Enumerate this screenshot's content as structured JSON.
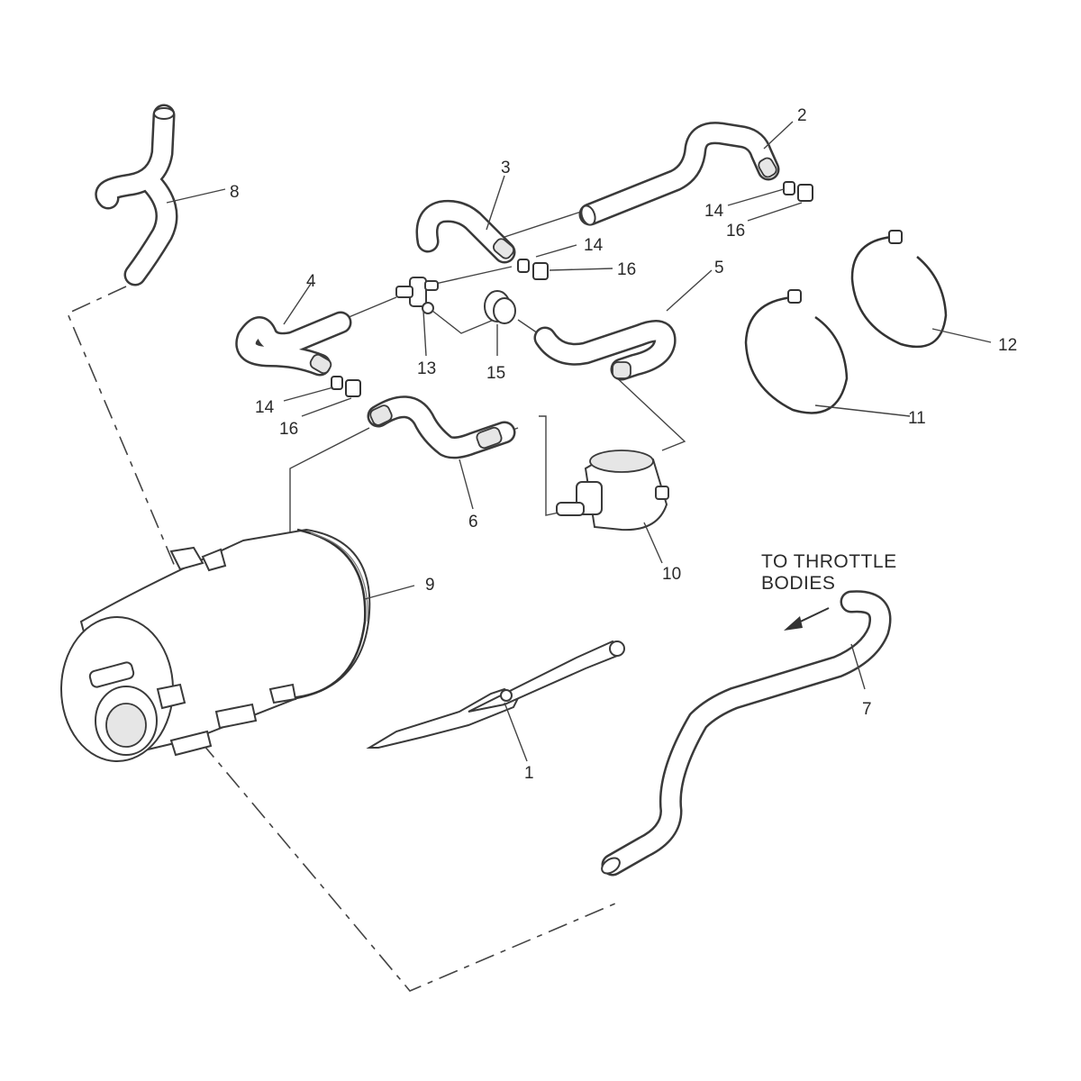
{
  "diagram": {
    "caption_lines": [
      "TO THROTTLE",
      "BODIES"
    ],
    "labels": {
      "p1": "1",
      "p2": "2",
      "p3": "3",
      "p4": "4",
      "p5": "5",
      "p6": "6",
      "p7": "7",
      "p8": "8",
      "p9": "9",
      "p10": "10",
      "p11": "11",
      "p12": "12",
      "p13": "13",
      "p14a": "14",
      "p14b": "14",
      "p14c": "14",
      "p15": "15",
      "p16a": "16",
      "p16b": "16",
      "p16c": "16"
    }
  }
}
